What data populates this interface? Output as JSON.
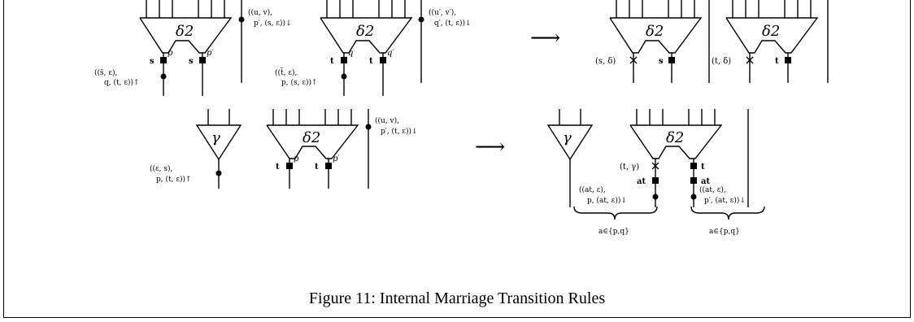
{
  "caption": "Figure 11: Internal Marriage Transition Rules",
  "rule1": {
    "left": {
      "gadget1": {
        "triangle": "δ2",
        "wire_left_label": "s",
        "wire_left_sup": "p",
        "wire_right_label": "s",
        "wire_right_sup": "p′",
        "dot_label_line1": "((s̄, ε),",
        "dot_label_line2": "q, (t, ε))↑"
      },
      "bar1_label_line1": "((u, v),",
      "bar1_label_line2": "p′, (s, ε))↓",
      "gadget2": {
        "triangle": "δ2",
        "wire_left_label": "t",
        "wire_left_sup": "q",
        "wire_right_label": "t",
        "wire_right_sup": "q′",
        "dot_label_line1": "((t̄, ε),",
        "dot_label_line2": "p, (s, ε))↑"
      },
      "bar2_label_line1": "((u′, v′),",
      "bar2_label_line2": "q′, (t, ε))↓"
    },
    "arrow": "⟶",
    "right": {
      "gadget1": {
        "triangle": "δ2",
        "cross_label": "(s, δ)",
        "wire_right_label": "s"
      },
      "gadget2": {
        "triangle": "δ2",
        "cross_label": "(t, δ)",
        "wire_right_label": "t"
      }
    }
  },
  "rule2": {
    "left": {
      "gamma": {
        "triangle": "γ",
        "dot_label_line1": "((ε, s),",
        "dot_label_line2": "p, (t, ε))↑"
      },
      "delta": {
        "triangle": "δ2",
        "wire_left_label": "t",
        "wire_left_sup": "p",
        "wire_right_label": "t",
        "wire_right_sup": "p′"
      },
      "bar_label_line1": "((u, v),",
      "bar_label_line2": "p′, (t, ε))↓"
    },
    "arrow": "⟶",
    "right": {
      "gamma": {
        "triangle": "γ"
      },
      "delta": {
        "triangle": "δ2",
        "cross_label": "(t, γ)",
        "left_at_label": "at",
        "right_t_label": "t",
        "right_at_label": "at",
        "left_dot_line1": "((at, ε),",
        "left_dot_line2": "p, (at, ε))↓",
        "right_dot_line1": "((at, ε),",
        "right_dot_line2": "p′, (at, ε))↓"
      },
      "brace_left": "a∈{p,q}",
      "brace_right": "a∈{p,q}"
    }
  }
}
